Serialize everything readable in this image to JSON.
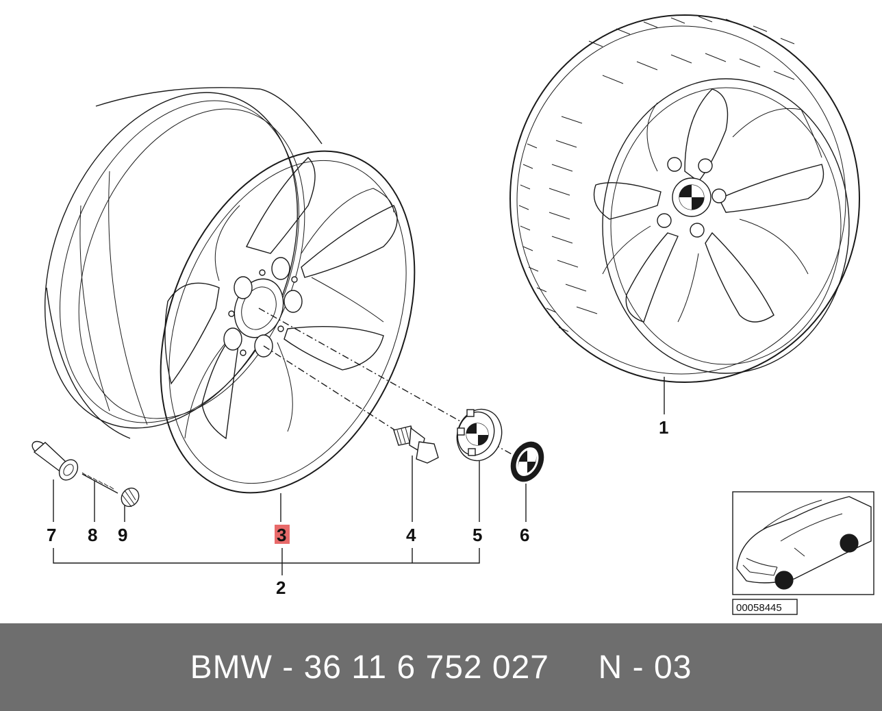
{
  "diagram": {
    "callouts": {
      "c1": "1",
      "c2": "2",
      "c3": "3",
      "c4": "4",
      "c5": "5",
      "c6": "6",
      "c7": "7",
      "c8": "8",
      "c9": "9"
    },
    "highlighted_callout": "3",
    "highlight_color": "#e86a6a",
    "inset_id": "00058445"
  },
  "footer": {
    "text": "BMW - 36 11 6 752 027     N - 03",
    "background": "#6e6e6e"
  }
}
